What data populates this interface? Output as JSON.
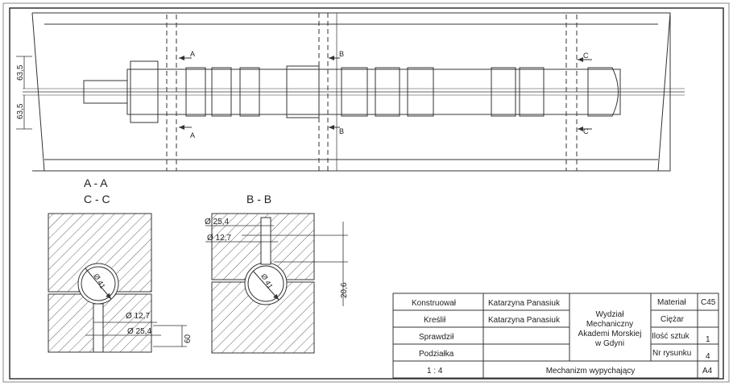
{
  "sections": {
    "aa": "A - A",
    "cc": "C - C",
    "bb": "B - B"
  },
  "cut_marks": {
    "a": "A",
    "b": "B",
    "c": "C"
  },
  "dimensions": {
    "upper_63_5": "63,5",
    "lower_63_5": "63,5",
    "aa_dia_41": "Ø 41",
    "aa_dia_12_7": "Ø 12,7",
    "aa_dia_25_4": "Ø 25,4",
    "aa_60": "60",
    "bb_dia_25_4": "Ø 25,4",
    "bb_dia_12_7": "Ø 12,7",
    "bb_dia_41": "Ø 41",
    "bb_20_6": "20,6"
  },
  "title_block": {
    "konstruowal_label": "Konstruował",
    "konstruowal_value": "Katarzyna Panasiuk",
    "kreslil_label": "Kreślił",
    "kreslil_value": "Katarzyna Panasiuk",
    "sprawdzil_label": "Sprawdził",
    "podzialka_label": "Podziałka",
    "scale_value": "1 : 4",
    "institution_line1": "Wydział",
    "institution_line2": "Mechaniczny",
    "institution_line3": "Akademi Morskiej",
    "institution_line4": "w Gdyni",
    "material_label": "Materiał",
    "material_value": "C45",
    "ciezar_label": "Ciężar",
    "ilosc_label": "Ilość sztuk",
    "ilosc_value": "1",
    "nr_label": "Nr rysunku",
    "nr_value": "4",
    "drawing_title": "Mechanizm wypychający",
    "format_value": "A4"
  },
  "colors": {
    "line": "#333333",
    "hatch": "#666666",
    "paper": "#ffffff"
  }
}
